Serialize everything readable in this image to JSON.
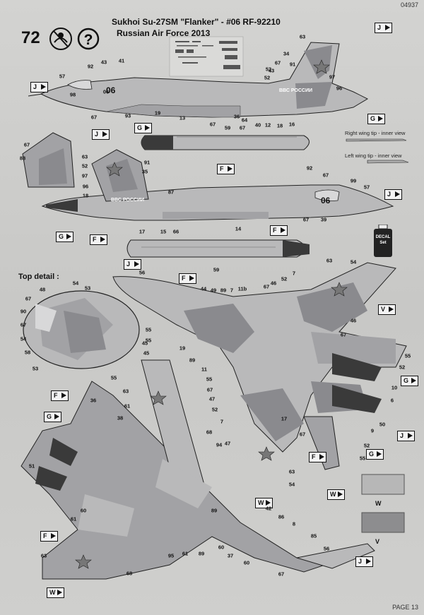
{
  "header": {
    "code": "04937",
    "scale": "72",
    "title_line1": "Sukhoi Su-27SM \"Flanker\" - #06 RF-92210",
    "title_line2": "Russian Air Force 2013",
    "page": "PAGE 13"
  },
  "notes": {
    "right_wing_tip": "Right wing tip - inner view",
    "left_wing_tip": "Left wing tip - inner view",
    "top_detail": "Top detail :",
    "decal_line1": "DECAL",
    "decal_line2": "Set"
  },
  "markings": {
    "tail_number": "06",
    "air_force_text": "ВВС РОССИИ"
  },
  "color_flags": [
    "J",
    "F",
    "G",
    "V",
    "W"
  ],
  "swatches": [
    {
      "code": "W",
      "color": "#b7b7b7"
    },
    {
      "code": "V",
      "color": "#8d8d8f"
    }
  ],
  "colors": {
    "camo_light": "#b9b9ba",
    "camo_mid": "#a2a2a5",
    "camo_dark": "#8a8a8e",
    "nozzle": "#3a3a3a"
  },
  "callouts": {
    "side_top": [
      "57",
      "92",
      "43",
      "41",
      "98",
      "06",
      "67",
      "93",
      "19",
      "13",
      "16",
      "18",
      "12",
      "40",
      "64",
      "36",
      "67",
      "59",
      "67",
      "63",
      "34",
      "91",
      "52",
      "67",
      "97",
      "96",
      "43",
      "52"
    ],
    "side_bottom": [
      "88",
      "67",
      "63",
      "52",
      "97",
      "96",
      "18",
      "91",
      "35",
      "87",
      "17",
      "15",
      "66",
      "14",
      "67",
      "39",
      "99",
      "57",
      "92",
      "67",
      "59"
    ],
    "top_view": [
      "56",
      "44",
      "49",
      "89",
      "7",
      "11b",
      "67",
      "46",
      "52",
      "7",
      "63",
      "54",
      "46",
      "67",
      "55",
      "52",
      "10",
      "6",
      "50",
      "9",
      "19",
      "89",
      "11",
      "55",
      "67",
      "47",
      "52",
      "7",
      "47",
      "67",
      "52",
      "55",
      "63",
      "54",
      "17"
    ],
    "top_detail": [
      "48",
      "54",
      "53",
      "67",
      "90",
      "67",
      "54",
      "58",
      "53",
      "55",
      "55",
      "45",
      "45",
      "55"
    ],
    "bottom_view": [
      "36",
      "61",
      "63",
      "38",
      "68",
      "51",
      "94",
      "60",
      "61",
      "89",
      "42",
      "86",
      "8",
      "85",
      "56",
      "60",
      "37",
      "60",
      "95",
      "61",
      "89",
      "68",
      "63",
      "67"
    ]
  }
}
